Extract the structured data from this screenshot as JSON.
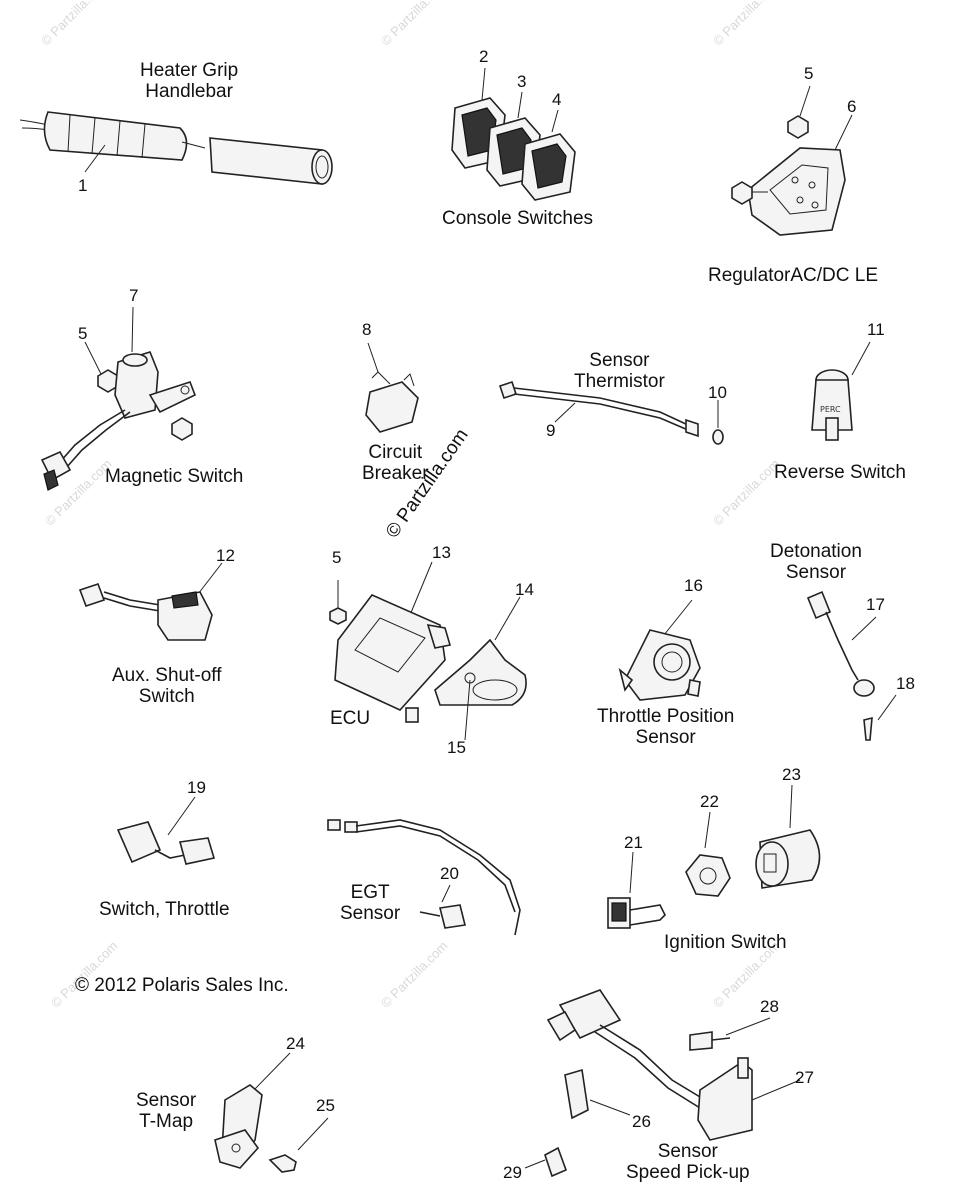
{
  "watermarks": {
    "small": "© Partzilla.com",
    "center": "© Partzilla.com"
  },
  "copyright": "© 2012 Polaris Sales Inc.",
  "groups": [
    {
      "id": "heater-grip",
      "label": "Heater Grip\nHandlebar"
    },
    {
      "id": "console-switches",
      "label": "Console Switches"
    },
    {
      "id": "regulator",
      "label": "RegulatorAC/DC LE"
    },
    {
      "id": "magnetic-switch",
      "label": "Magnetic Switch"
    },
    {
      "id": "circuit-breaker",
      "label": "Circuit\nBreaker"
    },
    {
      "id": "sensor-thermistor",
      "label": "Sensor\nThermistor"
    },
    {
      "id": "reverse-switch",
      "label": "Reverse Switch"
    },
    {
      "id": "aux-shutoff",
      "label": "Aux. Shut-off\nSwitch"
    },
    {
      "id": "ecu",
      "label": "ECU"
    },
    {
      "id": "throttle-position",
      "label": "Throttle Position\nSensor"
    },
    {
      "id": "detonation",
      "label": "Detonation\nSensor"
    },
    {
      "id": "switch-throttle",
      "label": "Switch, Throttle"
    },
    {
      "id": "egt",
      "label": "EGT\nSensor"
    },
    {
      "id": "ignition",
      "label": "Ignition Switch"
    },
    {
      "id": "tmap",
      "label": "Sensor\nT-Map"
    },
    {
      "id": "speed-pickup",
      "label": "Sensor\nSpeed Pick-up"
    }
  ],
  "callouts": [
    "1",
    "2",
    "3",
    "4",
    "5",
    "6",
    "7",
    "5",
    "8",
    "9",
    "10",
    "11",
    "12",
    "5",
    "13",
    "14",
    "15",
    "16",
    "17",
    "18",
    "19",
    "20",
    "21",
    "22",
    "23",
    "24",
    "25",
    "26",
    "27",
    "28",
    "29"
  ]
}
